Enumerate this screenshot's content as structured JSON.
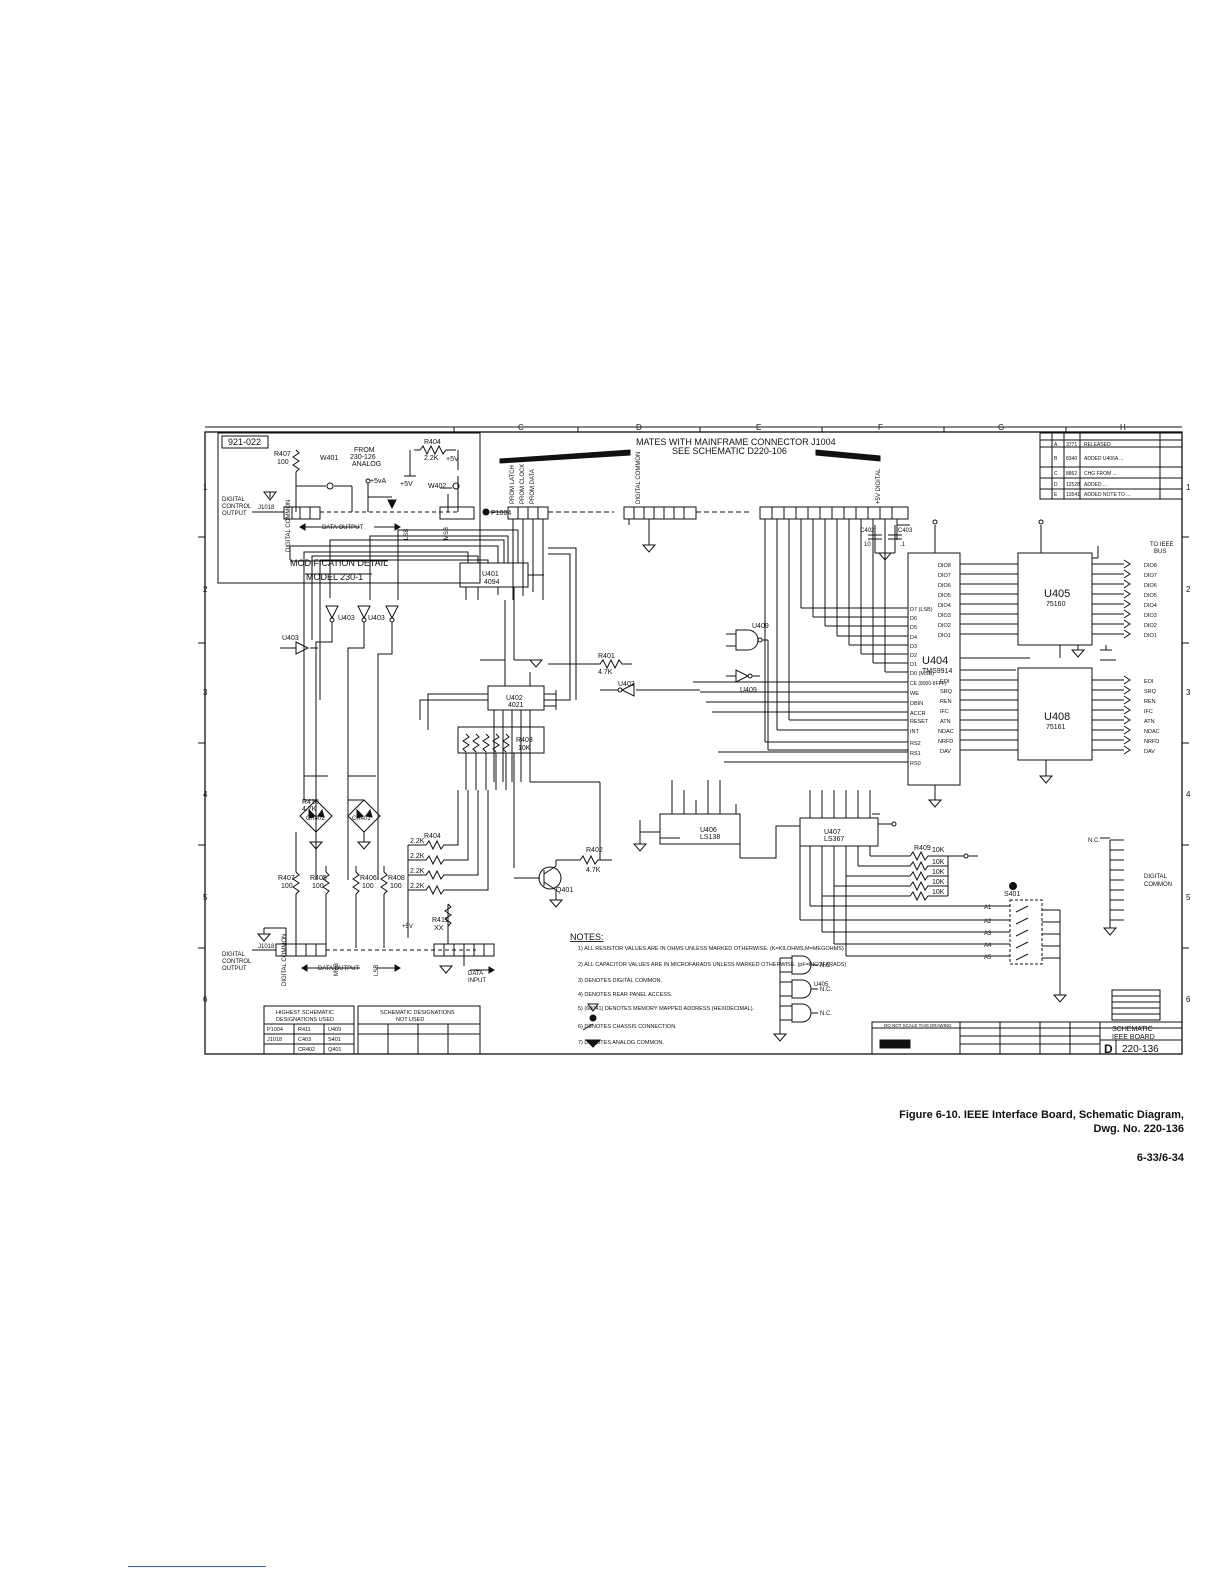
{
  "drawing": {
    "sheet_id": "921-022",
    "mates_line1": "MATES WITH MAINFRAME CONNECTOR J1004",
    "mates_line2": "SEE SCHEMATIC D220-106",
    "zone_letters": [
      "C",
      "D",
      "E",
      "F",
      "G",
      "H"
    ],
    "zone_numbers": [
      "1",
      "2",
      "3",
      "4",
      "5",
      "6"
    ]
  },
  "modification_detail": {
    "title": "MODIFICATION DETAIL",
    "model": "MODEL 230-1",
    "r407": "R407",
    "r407_val": "100",
    "w401": "W401",
    "w402": "W402",
    "from_label": "FROM",
    "from_board": "230-126",
    "from_analog": "ANALOG",
    "r404": "R404",
    "r404_val": "2.2K",
    "plus5v": "+5V",
    "plus5va": "+5vA",
    "digital_control_output": [
      "DIGITAL",
      "CONTROL",
      "OUTPUT"
    ],
    "j1018": "J1018",
    "digital_common": "DIGITAL COMMON",
    "data_output": "DATA OUTPUT",
    "msb": "MSB",
    "lsb": "LSB"
  },
  "connector_p1004": {
    "label": "P1004",
    "signals": [
      "PROM LATCH",
      "PROM CLOCK",
      "PROM DATA",
      "DIGITAL COMMON",
      "+5V DIGITAL"
    ]
  },
  "ics": {
    "u401": {
      "ref": "U401",
      "part": "4094"
    },
    "u402": {
      "ref": "U402",
      "part": "4021"
    },
    "u403": "U403",
    "u404": {
      "ref": "U404",
      "part": "TMS9914"
    },
    "u405": {
      "ref": "U405",
      "part": "75160"
    },
    "u406": {
      "ref": "U406",
      "part": "LS138"
    },
    "u407": {
      "ref": "U407",
      "part": "LS367"
    },
    "u408": {
      "ref": "U408",
      "part": "75161"
    },
    "u409": "U409",
    "q401": "Q401",
    "s401": "S401"
  },
  "u404_pins_left": [
    "D7 (LSB)",
    "D6",
    "D5",
    "D4",
    "D3",
    "D2",
    "D1",
    "D0 (MSB)",
    "CE (8000-8FFF)",
    "WE",
    "DBIN",
    "ACCR",
    "RESET",
    "INT",
    "RS2",
    "RS1",
    "RS0"
  ],
  "u404_pins_right": [
    "DIO8",
    "DIO7",
    "DIO6",
    "DIO5",
    "DIO4",
    "DIO3",
    "DIO2",
    "DIO1",
    "EOI",
    "SRQ",
    "REN",
    "IFC",
    "ATN",
    "NDAC",
    "NRFD",
    "DAV"
  ],
  "ieee_bus": {
    "title": [
      "TO IEEE",
      "BUS"
    ],
    "lines": [
      "DIO8",
      "DIO7",
      "DIO6",
      "DIO5",
      "DIO4",
      "DIO3",
      "DIO2",
      "DIO1",
      "EOI",
      "SRQ",
      "REN",
      "IFC",
      "ATN",
      "NDAC",
      "NRFD",
      "DAV"
    ],
    "digital_common": [
      "DIGITAL",
      "COMMON"
    ],
    "nc": "N.C."
  },
  "resistors": {
    "r401": "R401",
    "r401_val": "4.7K",
    "r402": "R402",
    "r402_val": "4.7K",
    "r403": "R403",
    "r403_val": "10K",
    "r404": "R404",
    "r404_val": "2.2K",
    "r405": "R405",
    "r406": "R406",
    "r407": "R407",
    "r408": "R408",
    "r409": "R409",
    "r410": "R410",
    "r411": "R411",
    "val_100": "100",
    "val_47k": "4.7K",
    "val_10k": "10K",
    "r411_val": "XX"
  },
  "bridges": {
    "cr401": "CR401",
    "cr402": "CR402"
  },
  "capacitors": {
    "c402": "C402",
    "c403": "C403",
    "c402_val": "10",
    "c403_val": ".1"
  },
  "lower_section": {
    "digital_control_output": [
      "DIGITAL",
      "CONTROL",
      "OUTPUT"
    ],
    "j1018": "J1018",
    "digital_common": "DIGITAL COMMON",
    "data_output": "DATA OUTPUT",
    "data_input": [
      "DATA",
      "INPUT"
    ],
    "msb": "MSB",
    "lsb": "LSB",
    "plus5v": "+5V",
    "switch_lines": [
      "A1",
      "A2",
      "A3",
      "A4",
      "A5"
    ]
  },
  "notes": {
    "title": "NOTES:",
    "items": [
      "1) ALL RESISTOR VALUES ARE IN OHMS UNLESS MARKED OTHERWISE. (K=KILOHMS,M=MEGOHMS)",
      "2) ALL CAPACITOR VALUES ARE IN MICROFARADS UNLESS MARKED OTHERWISE. (pF=PICOFARADS)",
      "3) DENOTES DIGITAL COMMON.",
      "4) DENOTES REAR PANEL ACCESS.",
      "5) (60041) DENOTES MEMORY MAPPED ADDRESS (HEXIDECIMAL).",
      "6) DENOTES CHASSIS CONNECTION.",
      "7) DENOTES ANALOG COMMON."
    ]
  },
  "designation_tables": {
    "highest": {
      "title": [
        "HIGHEST SCHEMATIC",
        "DESIGNATIONS USED"
      ],
      "rows": [
        [
          "P1004",
          "R411",
          "U409"
        ],
        [
          "J1018",
          "C403",
          "S401"
        ],
        [
          "",
          "CR402",
          "Q401"
        ]
      ]
    },
    "not_used": {
      "title": [
        "SCHEMATIC DESIGNATIONS",
        "NOT USED"
      ]
    }
  },
  "revisions": {
    "rows": [
      {
        "ltr": "A",
        "eco": "3771",
        "desc": "RELEASED"
      },
      {
        "ltr": "B",
        "eco": "8340",
        "desc": "ADDED U406A ..."
      },
      {
        "ltr": "C",
        "eco": "8862",
        "desc": "CHG FROM ..."
      },
      {
        "ltr": "D",
        "eco": "12528",
        "desc": "ADDED ..."
      },
      {
        "ltr": "E",
        "eco": "13541",
        "desc": "ADDED NOTE TO ..."
      }
    ]
  },
  "title_block": {
    "title": "SCHEMATIC",
    "subtitle": "IEEE BOARD",
    "size": "D",
    "dwg_no": "220-136",
    "do_not_scale": "DO NOT SCALE THIS DRAWING"
  },
  "nand_gates": {
    "label": "U405",
    "nc": "N.C."
  },
  "caption": {
    "line1": "Figure 6-10. IEEE Interface Board, Schematic Diagram,",
    "line2": "Dwg. No. 220-136",
    "page": "6-33/6-34"
  }
}
